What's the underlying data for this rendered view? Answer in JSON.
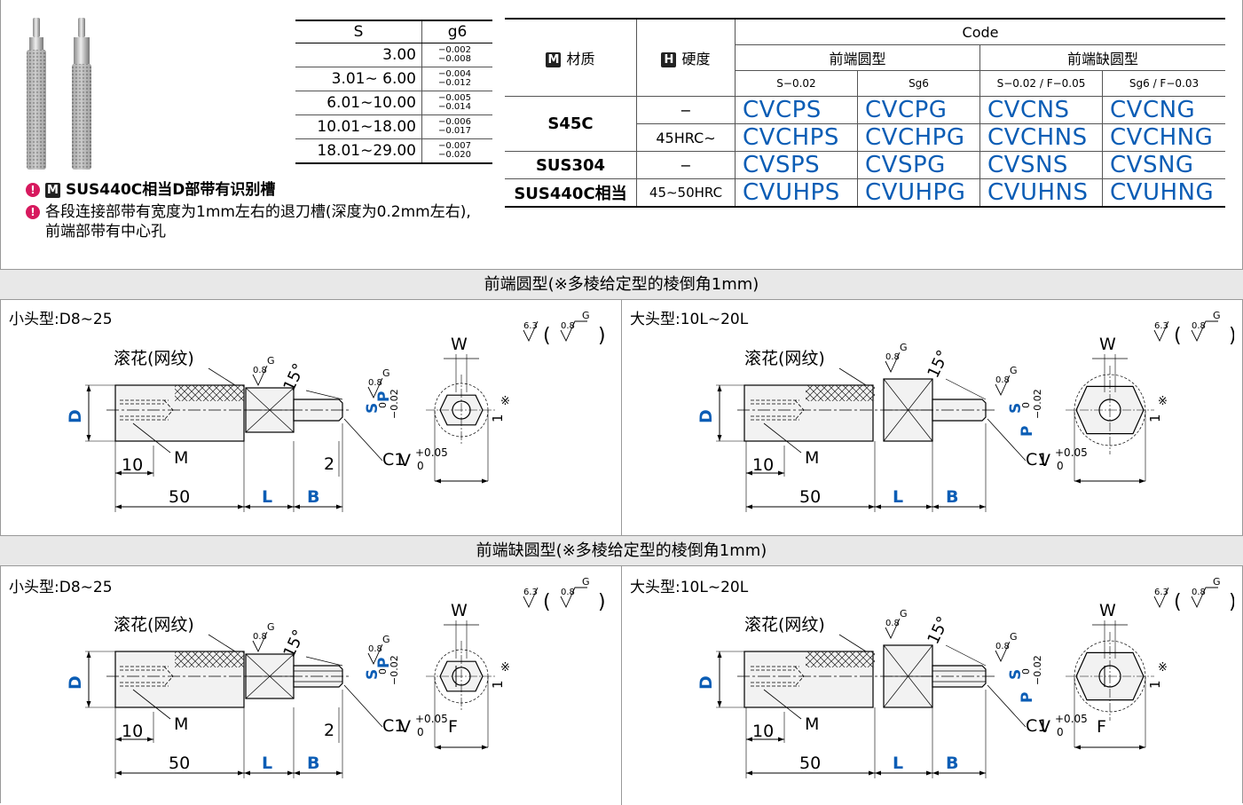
{
  "tolerance_table": {
    "headers": [
      "S",
      "g6"
    ],
    "rows": [
      {
        "s": "3.00",
        "g6_upper": "−0.002",
        "g6_lower": "−0.008"
      },
      {
        "s": "3.01∼ 6.00",
        "g6_upper": "−0.004",
        "g6_lower": "−0.012"
      },
      {
        "s": "6.01∼10.00",
        "g6_upper": "−0.005",
        "g6_lower": "−0.014"
      },
      {
        "s": "10.01∼18.00",
        "g6_upper": "−0.006",
        "g6_lower": "−0.017"
      },
      {
        "s": "18.01∼29.00",
        "g6_upper": "−0.007",
        "g6_lower": "−0.020"
      }
    ]
  },
  "code_table": {
    "material_header": "材质",
    "material_badge": "M",
    "hardness_header": "硬度",
    "hardness_badge": "H",
    "code_header": "Code",
    "group1": "前端圆型",
    "group2": "前端缺圆型",
    "col1": "S−0.02",
    "col2": "Sg6",
    "col3": "S−0.02 / F−0.05",
    "col4": "Sg6 / F−0.03",
    "rows": [
      {
        "material": "S45C",
        "hardness": "−",
        "codes": [
          "CVCPS",
          "CVCPG",
          "CVCNS",
          "CVCNG"
        ]
      },
      {
        "material": "",
        "hardness": "45HRC∼",
        "codes": [
          "CVCHPS",
          "CVCHPG",
          "CVCHNS",
          "CVCHNG"
        ]
      },
      {
        "material": "SUS304",
        "hardness": "−",
        "codes": [
          "CVSPS",
          "CVSPG",
          "CVSNS",
          "CVSNG"
        ]
      },
      {
        "material": "SUS440C相当",
        "hardness": "45∼50HRC",
        "codes": [
          "CVUHPS",
          "CVUHPG",
          "CVUHNS",
          "CVUHNG"
        ]
      }
    ]
  },
  "notes": {
    "note1_badge": "M",
    "note1": "SUS440C相当D部带有识别槽",
    "note2_line1": "各段连接部带有宽度为1mm左右的退刀槽(深度为0.2mm左右),",
    "note2_line2": "前端部带有中心孔"
  },
  "sections": {
    "round": "前端圆型(※多棱给定型的棱倒角1mm)",
    "cut": "前端缺圆型(※多棱给定型的棱倒角1mm)"
  },
  "panels": {
    "small": "小头型:D8∼25",
    "large": "大头型:10L∼20L"
  },
  "drawing": {
    "knurl": "滚花(网纹)",
    "d": "D",
    "m": "M",
    "dim10": "10",
    "dim50": "50",
    "l": "L",
    "b": "B",
    "s": "S",
    "p": "P",
    "c1": "C1",
    "dim2": "2",
    "angle": "15°",
    "w": "W",
    "f": "F",
    "v": "V",
    "v_tol": "+0.05",
    "zero": "0",
    "tol_p": "−0.02",
    "one": "1",
    "mark": "※",
    "rough1": "6.3",
    "rough2": "0.8",
    "g": "G",
    "accent": "#0b5db5"
  }
}
